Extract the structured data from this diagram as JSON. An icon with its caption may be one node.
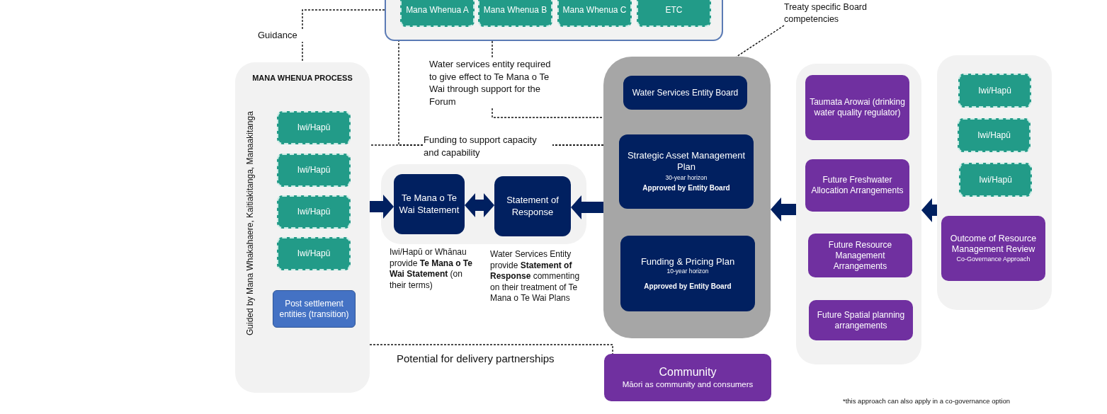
{
  "diagram": {
    "nodes": [
      {
        "text": [],
        "shape": "box"
      },
      {
        "text": [
          "Mana Whenua A"
        ],
        "in": 0
      },
      {
        "text": [
          "Mana Whenua B"
        ],
        "in": 0
      },
      {
        "text": [
          "Mana Whenua C"
        ],
        "in": 0
      },
      {
        "text": [
          "ETC"
        ],
        "in": 0
      },
      {
        "text": [
          "MANA WHENUA PROCESS",
          "Guided by Mana Whakahaere, Kaitiakitanga, Manaakitanga"
        ]
      },
      {
        "text": [
          "Iwi/Hapū"
        ],
        "in": 5
      },
      {
        "text": [
          "Iwi/Hapū"
        ],
        "in": 5
      },
      {
        "text": [
          "Iwi/Hapū"
        ],
        "in": 5
      },
      {
        "text": [
          "Iwi/Hapū"
        ],
        "in": 5
      },
      {
        "text": [
          "Post settlement entities (transition)"
        ],
        "in": 5
      },
      {
        "text": [],
        "shape": "box"
      },
      {
        "text": [
          "Te Mana o Te Wai Statement"
        ],
        "in": 11,
        "beside": [
          "Iwi/Hapū or Whānau provide **Te Mana o Te Wai Statement** (on their terms)"
        ]
      },
      {
        "text": [
          "Statement of Response"
        ],
        "in": 11,
        "beside": [
          "Water Services Entity provide **Statement of Response** commenting on their treatment of Te Mana o Te Wai Plans"
        ]
      },
      {
        "text": [],
        "shape": "box"
      },
      {
        "text": [
          "Water Services Entity Board"
        ],
        "in": 14
      },
      {
        "text": [
          "Strategic Asset Management Plan",
          "30-year horizon",
          "Approved by Entity Board"
        ],
        "in": 14
      },
      {
        "text": [
          "Funding & Pricing Plan",
          "10-year horizon",
          "Approved by Entity Board"
        ],
        "in": 14
      },
      {
        "text": [],
        "shape": "box"
      },
      {
        "text": [
          "Taumata Arowai (drinking water quality regulator)"
        ],
        "in": 18
      },
      {
        "text": [
          "Future Freshwater Allocation Arrangements"
        ],
        "in": 18
      },
      {
        "text": [
          "Future Resource Management Arrangements"
        ],
        "in": 18
      },
      {
        "text": [
          "Future Spatial planning arrangements"
        ],
        "in": 18
      },
      {
        "text": [],
        "shape": "box"
      },
      {
        "text": [
          "Iwi/Hapū"
        ],
        "in": 23
      },
      {
        "text": [
          "Iwi/Hapū"
        ],
        "in": 23
      },
      {
        "text": [
          "Iwi/Hapū"
        ],
        "in": 23
      },
      {
        "text": [
          "Outcome of Resource Management Review",
          "Co-Governance Approach"
        ],
        "in": 23
      },
      {
        "text": [
          "Community",
          "Māori as community and consumers"
        ]
      },
      {
        "text": [
          "Treaty specific Board competencies"
        ]
      }
    ],
    "edges": [
      {
        "from": 0,
        "to": 5,
        "arrow": "none",
        "style": "dashed",
        "label": "Guidance"
      },
      {
        "from": 0,
        "to": 14,
        "arrow": "none",
        "style": "dashed",
        "label": "Water services entity required to give effect to Te Mana o Te Wai through support for the Forum"
      },
      {
        "from": 14,
        "to": 5,
        "arrow": "none",
        "style": "dashed",
        "label": "Funding to support capacity and capability"
      },
      {
        "from": 14,
        "to": 0,
        "arrow": "none",
        "style": "dashed"
      },
      {
        "from": 5,
        "to": 28,
        "arrow": "none",
        "style": "dashed",
        "label": "Potential for delivery partnerships"
      },
      {
        "from": 5,
        "to": 12,
        "arrow": "to",
        "style": "thick",
        "color": "#002060"
      },
      {
        "from": 12,
        "to": 13,
        "arrow": "both",
        "style": "thick",
        "color": "#002060"
      },
      {
        "from": 14,
        "to": 13,
        "arrow": "to",
        "style": "thick",
        "color": "#002060"
      },
      {
        "from": 18,
        "to": 14,
        "arrow": "to",
        "style": "thick",
        "color": "#002060"
      },
      {
        "from": 23,
        "to": 18,
        "arrow": "to",
        "style": "thick",
        "color": "#002060"
      },
      {
        "from": 29,
        "to": 14,
        "arrow": "none",
        "style": "dashed"
      }
    ],
    "labels": [
      "*this approach can also apply in a co-governance option"
    ]
  }
}
